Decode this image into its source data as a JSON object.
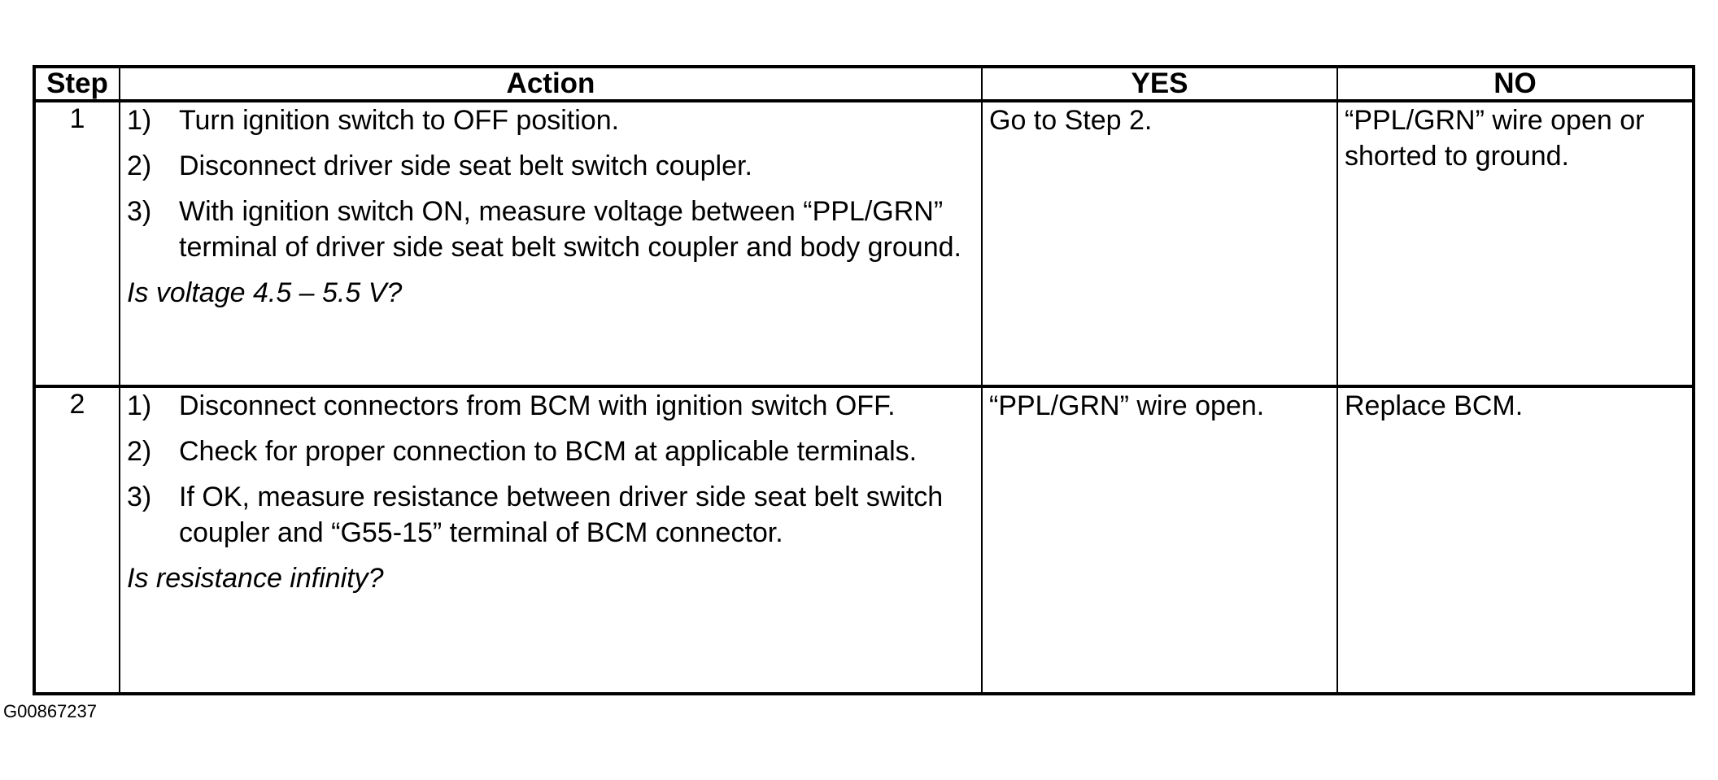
{
  "table": {
    "headers": {
      "step": "Step",
      "action": "Action",
      "yes": "YES",
      "no": "NO"
    },
    "rows": [
      {
        "step": "1",
        "actions": [
          {
            "num": "1)",
            "text": "Turn ignition switch to OFF position."
          },
          {
            "num": "2)",
            "text": "Disconnect driver side seat belt switch coupler."
          },
          {
            "num": "3)",
            "text": "With ignition switch ON, measure voltage between “PPL/GRN” terminal of driver side seat belt switch coupler and body ground."
          }
        ],
        "question": "Is voltage 4.5 – 5.5 V?",
        "yes": "Go to Step 2.",
        "no": "“PPL/GRN” wire open or shorted to ground."
      },
      {
        "step": "2",
        "actions": [
          {
            "num": "1)",
            "text": "Disconnect connectors from BCM with ignition switch OFF."
          },
          {
            "num": "2)",
            "text": "Check for proper connection to BCM at applicable terminals."
          },
          {
            "num": "3)",
            "text": "If OK, measure resistance between driver side seat belt switch coupler and “G55-15” terminal of BCM connector."
          }
        ],
        "question": "Is resistance infinity?",
        "yes": "“PPL/GRN” wire open.",
        "no": "Replace BCM."
      }
    ]
  },
  "figure_id": "G00867237"
}
